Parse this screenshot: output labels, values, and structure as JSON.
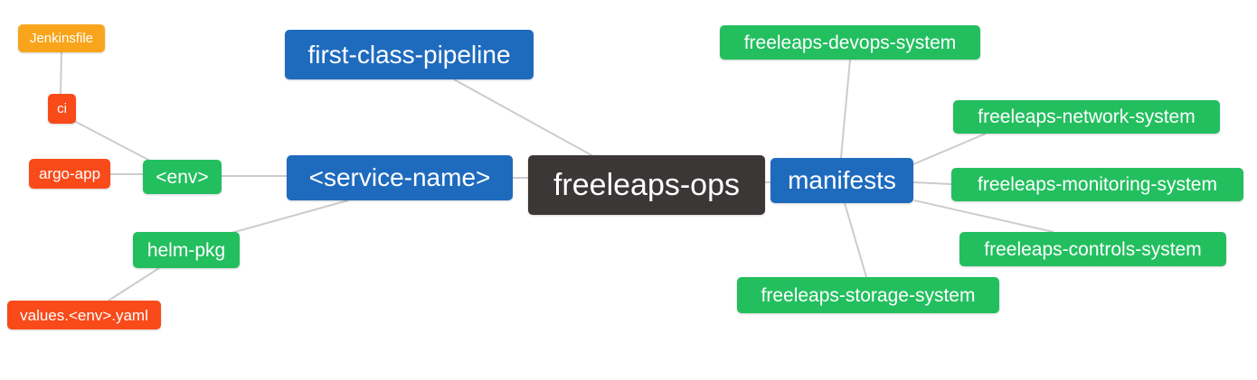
{
  "diagram": {
    "type": "mindmap",
    "root": "freeleaps-ops"
  },
  "colors": {
    "background": "#ffffff",
    "edge": "#cccccc",
    "blue": "#1e6bbe",
    "green": "#23bf5f",
    "red": "#f94a1a",
    "orange": "#f9a51b",
    "dark": "#3b3737",
    "text": "#ffffff"
  },
  "nodes": {
    "jenkinsfile": {
      "label": "Jenkinsfile",
      "color": "orange"
    },
    "ci": {
      "label": "ci",
      "color": "red"
    },
    "argo_app": {
      "label": "argo-app",
      "color": "red"
    },
    "env": {
      "label": "<env>",
      "color": "green"
    },
    "helm_pkg": {
      "label": "helm-pkg",
      "color": "green"
    },
    "values_yaml": {
      "label": "values.<env>.yaml",
      "color": "red"
    },
    "first_class_pipeline": {
      "label": "first-class-pipeline",
      "color": "blue"
    },
    "service_name": {
      "label": "<service-name>",
      "color": "blue"
    },
    "freeleaps_ops": {
      "label": "freeleaps-ops",
      "color": "dark"
    },
    "manifests": {
      "label": "manifests",
      "color": "blue"
    },
    "devops_system": {
      "label": "freeleaps-devops-system",
      "color": "green"
    },
    "network_system": {
      "label": "freeleaps-network-system",
      "color": "green"
    },
    "monitoring_system": {
      "label": "freeleaps-monitoring-system",
      "color": "green"
    },
    "controls_system": {
      "label": "freeleaps-controls-system",
      "color": "green"
    },
    "storage_system": {
      "label": "freeleaps-storage-system",
      "color": "green"
    }
  },
  "edges": [
    {
      "from": "jenkinsfile",
      "to": "ci"
    },
    {
      "from": "ci",
      "to": "env"
    },
    {
      "from": "argo_app",
      "to": "env"
    },
    {
      "from": "env",
      "to": "service_name"
    },
    {
      "from": "helm_pkg",
      "to": "service_name"
    },
    {
      "from": "values_yaml",
      "to": "helm_pkg"
    },
    {
      "from": "first_class_pipeline",
      "to": "freeleaps_ops"
    },
    {
      "from": "service_name",
      "to": "freeleaps_ops"
    },
    {
      "from": "freeleaps_ops",
      "to": "manifests"
    },
    {
      "from": "manifests",
      "to": "devops_system"
    },
    {
      "from": "manifests",
      "to": "network_system"
    },
    {
      "from": "manifests",
      "to": "monitoring_system"
    },
    {
      "from": "manifests",
      "to": "controls_system"
    },
    {
      "from": "manifests",
      "to": "storage_system"
    }
  ]
}
